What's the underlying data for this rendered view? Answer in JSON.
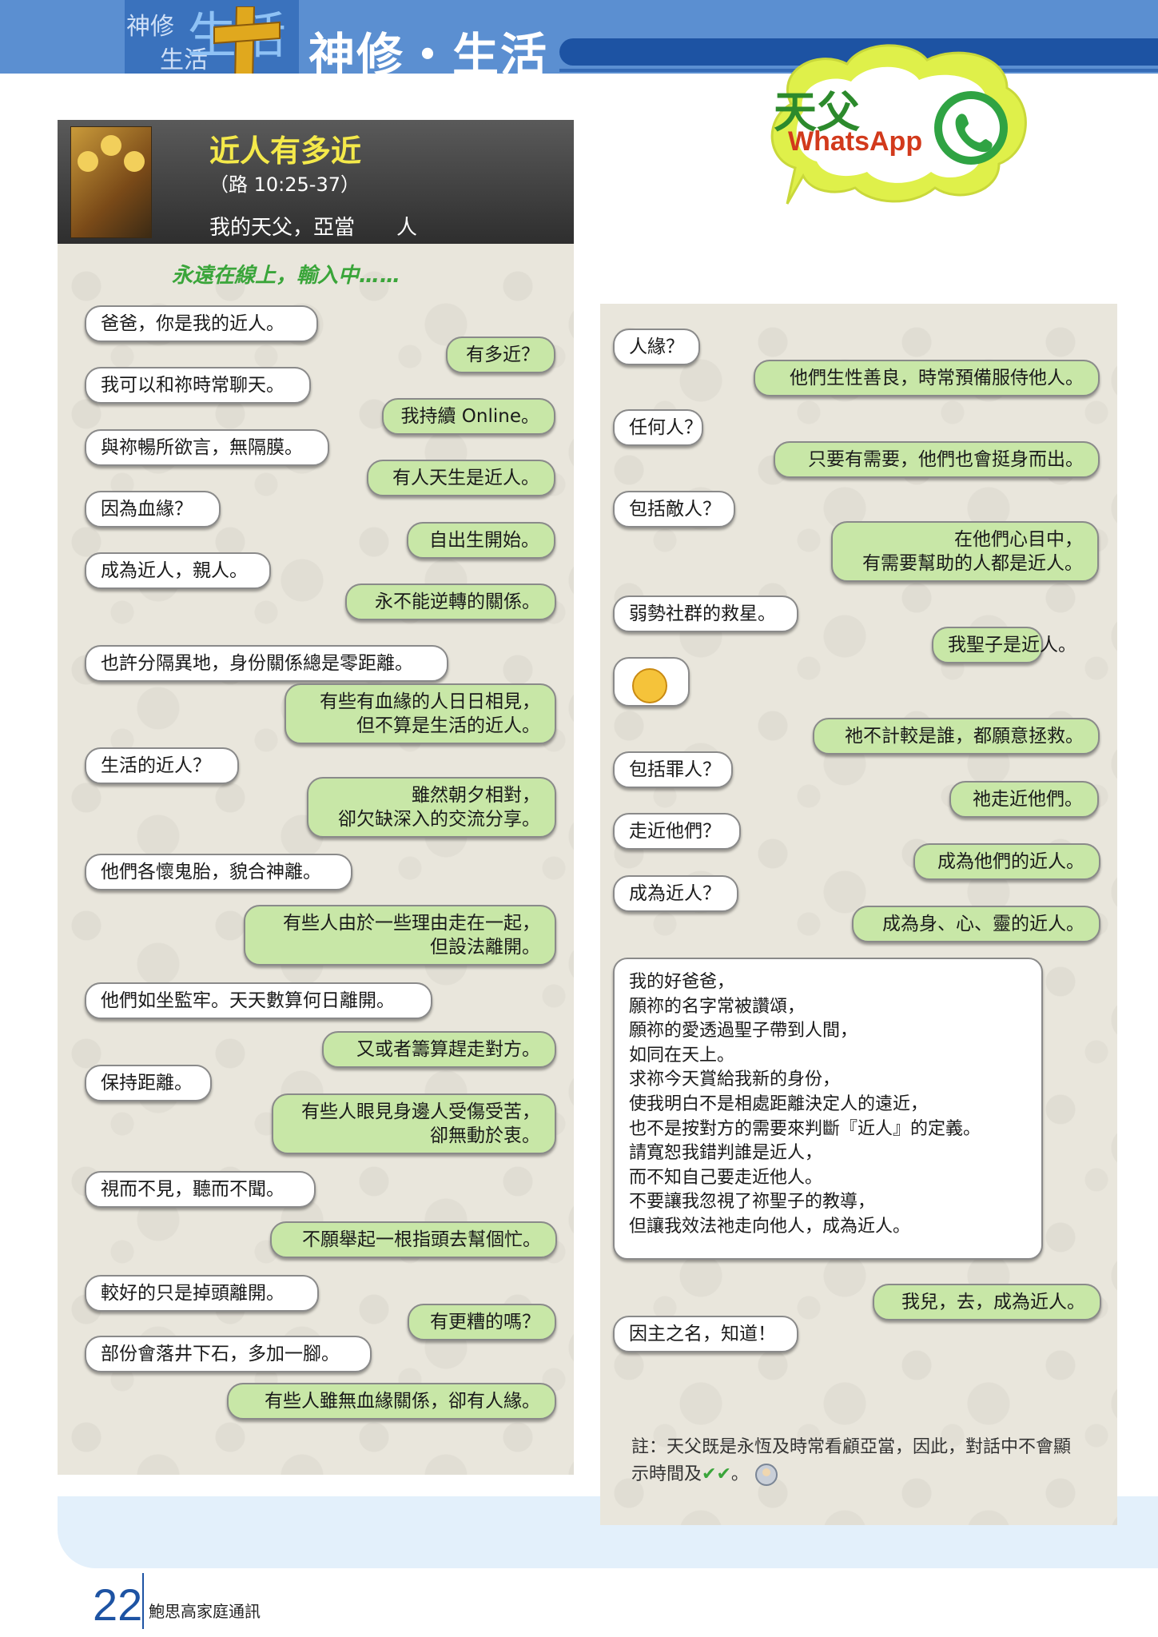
{
  "header": {
    "logo_small_1": "神修",
    "logo_small_2": "生活",
    "logo_big": "生活",
    "title": "神修・生活"
  },
  "badge": {
    "prefix": "天父",
    "label": "WhatsApp",
    "colors": {
      "label": "#d23a1c",
      "prefix": "#2c8a2c",
      "cloud": "#dff04a",
      "phone": "#2fa343"
    }
  },
  "chat": {
    "title": "近人有多近",
    "reference": "（路 10:25-37）",
    "members": "我的天父，亞當　　人",
    "status": "永遠在線上，輸入中……",
    "icon": "trinity-icon-image"
  },
  "left_messages": [
    {
      "side": "in",
      "text": "爸爸，你是我的近人。"
    },
    {
      "side": "out",
      "text": "有多近？"
    },
    {
      "side": "in",
      "text": "我可以和祢時常聊天。"
    },
    {
      "side": "out",
      "text": "我持續 Online。"
    },
    {
      "side": "in",
      "text": "與祢暢所欲言，無隔膜。"
    },
    {
      "side": "out",
      "text": "有人天生是近人。"
    },
    {
      "side": "in",
      "text": "因為血緣？"
    },
    {
      "side": "out",
      "text": "自出生開始。"
    },
    {
      "side": "in",
      "text": "成為近人，親人。"
    },
    {
      "side": "out",
      "text": "永不能逆轉的關係。"
    },
    {
      "side": "in",
      "text": "也許分隔異地，身份關係總是零距離。"
    },
    {
      "side": "out",
      "text": "有些有血緣的人日日相見，",
      "text2": "但不算是生活的近人。"
    },
    {
      "side": "in",
      "text": "生活的近人？"
    },
    {
      "side": "out",
      "text": "雖然朝夕相對，",
      "text2": "卻欠缺深入的交流分享。"
    },
    {
      "side": "in",
      "text": "他們各懷鬼胎，貌合神離。"
    },
    {
      "side": "out",
      "text": "有些人由於一些理由走在一起，",
      "text2": "但設法離開。"
    },
    {
      "side": "in",
      "text": "他們如坐監牢。天天數算何日離開。"
    },
    {
      "side": "out",
      "text": "又或者籌算趕走對方。"
    },
    {
      "side": "in",
      "text": "保持距離。"
    },
    {
      "side": "out",
      "text": "有些人眼見身邊人受傷受苦，",
      "text2": "卻無動於衷。"
    },
    {
      "side": "in",
      "text": "視而不見，聽而不聞。"
    },
    {
      "side": "out",
      "text": "不願舉起一根指頭去幫個忙。"
    },
    {
      "side": "in",
      "text": "較好的只是掉頭離開。"
    },
    {
      "side": "out",
      "text": "有更糟的嗎？"
    },
    {
      "side": "in",
      "text": "部份會落井下石，多加一腳。"
    },
    {
      "side": "out",
      "text": "有些人雖無血緣關係，卻有人緣。"
    }
  ],
  "right_messages": [
    {
      "side": "in",
      "text": "人緣？"
    },
    {
      "side": "out",
      "text": "他們生性善良，時常預備服侍他人。"
    },
    {
      "side": "in",
      "text": "任何人？"
    },
    {
      "side": "out",
      "text": "只要有需要，他們也會挺身而出。"
    },
    {
      "side": "in",
      "text": "包括敵人？"
    },
    {
      "side": "out",
      "text": "在他們心目中，",
      "text2": "有需要幫助的人都是近人。"
    },
    {
      "side": "in",
      "text": "弱勢社群的救星。"
    },
    {
      "side": "out",
      "text": "我聖子是近人。"
    },
    {
      "side": "emoji",
      "icon": "thinking-face-icon"
    },
    {
      "side": "out",
      "text": "祂不計較是誰，都願意拯救。"
    },
    {
      "side": "in",
      "text": "包括罪人？"
    },
    {
      "side": "out",
      "text": "祂走近他們。"
    },
    {
      "side": "in",
      "text": "走近他們？"
    },
    {
      "side": "out",
      "text": "成為他們的近人。"
    },
    {
      "side": "in",
      "text": "成為近人？"
    },
    {
      "side": "out",
      "text": "成為身、心、靈的近人。"
    }
  ],
  "prayer": [
    "我的好爸爸，",
    "願祢的名字常被讚頌，",
    "願祢的愛透過聖子帶到人間，",
    "如同在天上。",
    "求祢今天賞給我新的身份，",
    "使我明白不是相處距離決定人的遠近，",
    "也不是按對方的需要來判斷『近人』的定義。",
    "請寬恕我錯判誰是近人，",
    "而不知自己要走近他人。",
    "不要讓我忽視了祢聖子的教導，",
    "但讓我效法祂走向他人，成為近人。"
  ],
  "closing": [
    {
      "side": "out",
      "text": "我兒，去，成為近人。"
    },
    {
      "side": "in",
      "text": "因主之名，知道！"
    }
  ],
  "note": {
    "text": "註：天父既是永恆及時常看顧亞當，因此，對話中不會顯示時間及",
    "checks": "✔✔",
    "end": "。"
  },
  "footer": {
    "page_number": "22",
    "publication": "鮑思高家庭通訊"
  }
}
